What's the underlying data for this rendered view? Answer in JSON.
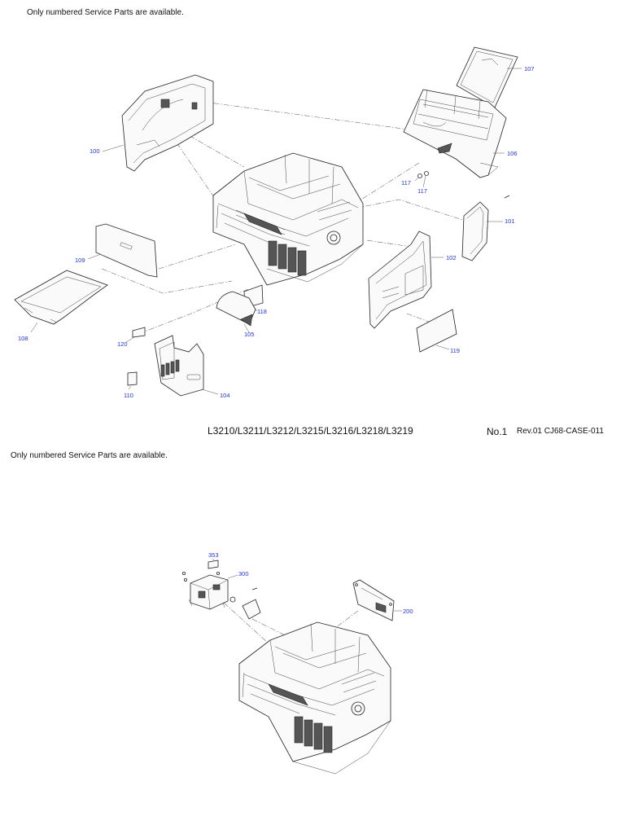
{
  "page1": {
    "note": "Only numbered Service Parts are available.",
    "model": "L3210/L3211/L3212/L3215/L3216/L3218/L3219",
    "page_no": "No.1",
    "rev": "Rev.01 CJ68-CASE-011",
    "callouts": [
      "100",
      "107",
      "106",
      "117",
      "117",
      "101",
      "102",
      "109",
      "108",
      "118",
      "105",
      "120",
      "104",
      "110",
      "119"
    ]
  },
  "page2": {
    "note": "Only numbered Service Parts are available.",
    "callouts": [
      "353",
      "300",
      "200"
    ]
  },
  "colors": {
    "callout": "#2233dd",
    "line": "#222222"
  }
}
